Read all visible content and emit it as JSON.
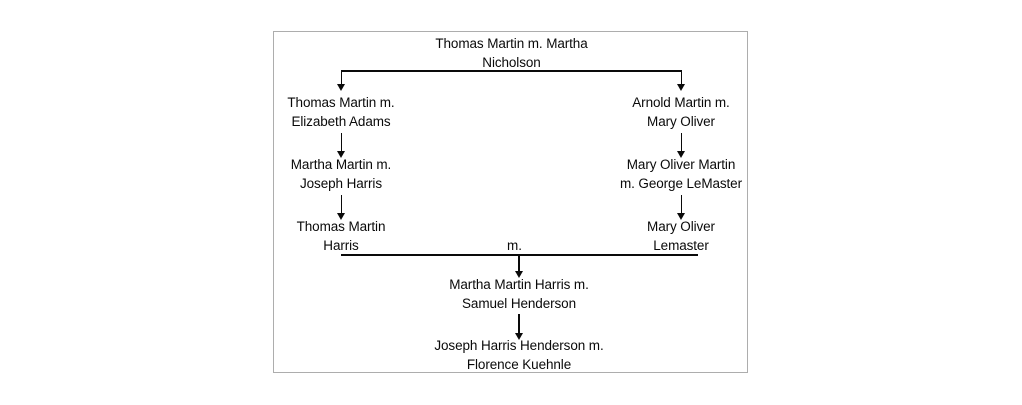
{
  "diagram": {
    "title_nodes": {
      "root": {
        "line1": "Thomas Martin m. Martha",
        "line2": "Nicholson"
      },
      "left_gen1": {
        "line1": "Thomas Martin m.",
        "line2": "Elizabeth Adams"
      },
      "left_gen2": {
        "line1": "Martha Martin m.",
        "line2": "Joseph Harris"
      },
      "left_gen3": {
        "line1": "Thomas Martin",
        "line2": "Harris"
      },
      "right_gen1": {
        "line1": "Arnold Martin m.",
        "line2": "Mary Oliver"
      },
      "right_gen2": {
        "line1": "Mary Oliver Martin",
        "line2": "m. George LeMaster"
      },
      "right_gen3": {
        "line1": "Mary Oliver",
        "line2": "Lemaster"
      },
      "union_label": "m.",
      "child_gen1": {
        "line1": "Martha Martin Harris m.",
        "line2": "Samuel Henderson"
      },
      "child_gen2": {
        "line1": "Joseph Harris Henderson m.",
        "line2": "Florence Kuehnle"
      }
    },
    "colors": {
      "background": "#ffffff",
      "frame_border": "#adadad",
      "text": "#0a0a0a",
      "connector": "#0a0a0a"
    }
  }
}
